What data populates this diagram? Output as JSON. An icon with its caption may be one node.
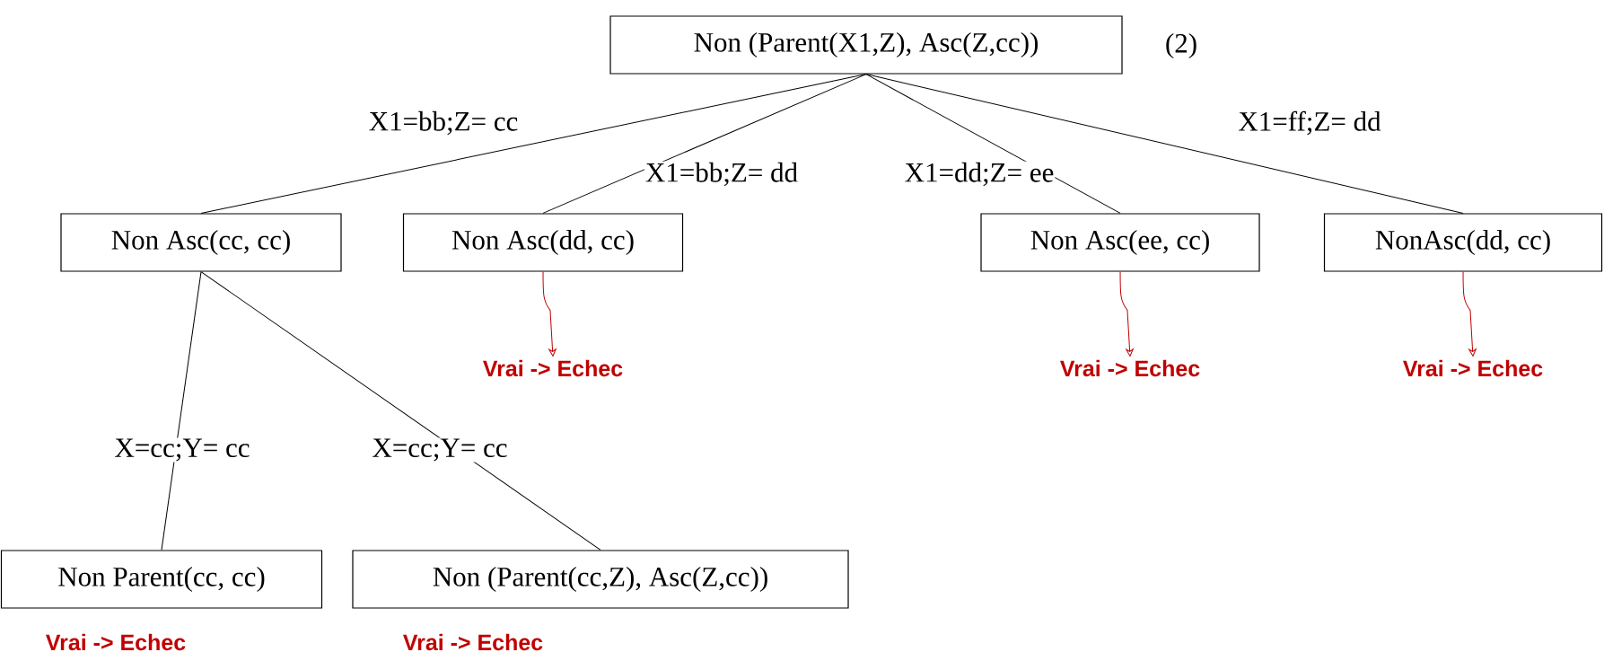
{
  "diagram": {
    "nodes": [
      {
        "text": [
          "Non (Parent(X1,Z), Asc(Z,cc))"
        ],
        "beside": [
          "(2)"
        ]
      },
      {
        "text": [
          "Non Asc(cc, cc)"
        ]
      },
      {
        "text": [
          "Non Asc(dd, cc)"
        ]
      },
      {
        "text": [
          "Non Asc(ee, cc)"
        ]
      },
      {
        "text": [
          "NonAsc(dd, cc)"
        ]
      },
      {
        "text": [
          "Non Parent(cc, cc)"
        ],
        "beside": [
          "Vrai -> Echec"
        ]
      },
      {
        "text": [
          "Non (Parent(cc,Z), Asc(Z,cc))"
        ],
        "beside": [
          "Vrai -> Echec"
        ]
      },
      {
        "text": [
          "Vrai -> Echec"
        ]
      },
      {
        "text": [
          "Vrai -> Echec"
        ]
      },
      {
        "text": [
          "Vrai -> Echec"
        ]
      }
    ],
    "edges": [
      {
        "from": 0,
        "to": 1,
        "arrow": "none",
        "label": "X1=bb;Z= cc"
      },
      {
        "from": 0,
        "to": 2,
        "arrow": "none",
        "label": "X1=bb;Z= dd"
      },
      {
        "from": 0,
        "to": 3,
        "arrow": "none",
        "label": "X1=dd;Z= ee"
      },
      {
        "from": 0,
        "to": 4,
        "arrow": "none",
        "label": "X1=ff;Z= dd"
      },
      {
        "from": 1,
        "to": 5,
        "arrow": "none",
        "label": "X=cc;Y= cc"
      },
      {
        "from": 1,
        "to": 6,
        "arrow": "none",
        "label": "X=cc;Y= cc"
      },
      {
        "from": 2,
        "to": 7,
        "arrow": "to",
        "color": "#c00000"
      },
      {
        "from": 3,
        "to": 8,
        "arrow": "to",
        "color": "#c00000"
      },
      {
        "from": 4,
        "to": 9,
        "arrow": "to",
        "color": "#c00000"
      }
    ]
  }
}
